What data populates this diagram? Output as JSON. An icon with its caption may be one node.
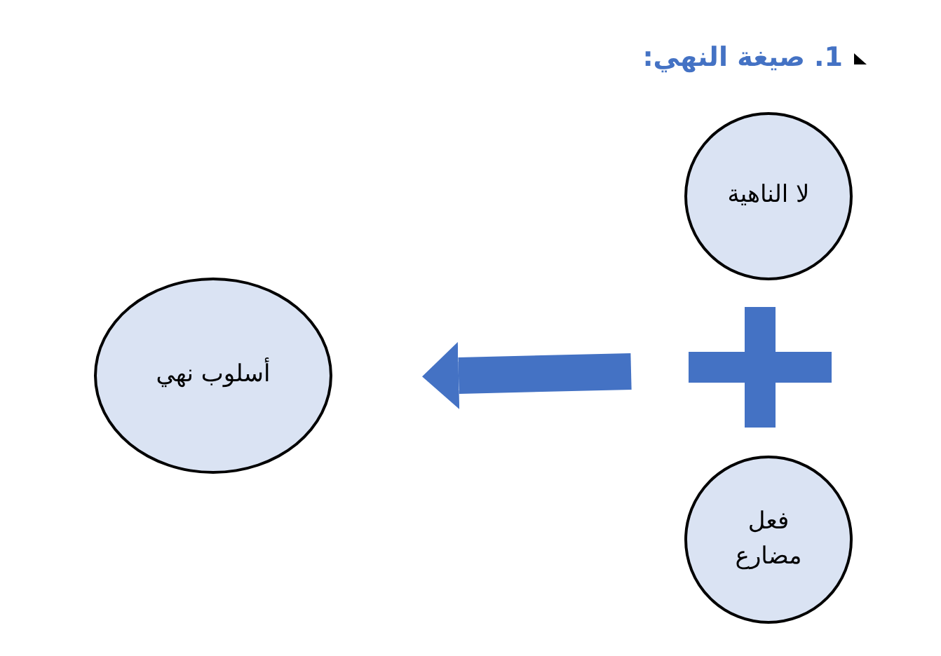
{
  "diagram": {
    "title": "1. صيغة النهي:",
    "nodes": [
      {
        "text": [
          "لا الناهية"
        ]
      },
      {
        "text": [
          "فعل مضارع"
        ]
      },
      {
        "text": [
          "أسلوب نهي"
        ]
      }
    ],
    "edges": [
      {
        "from": null,
        "to": 2,
        "arrow": "to"
      }
    ]
  }
}
